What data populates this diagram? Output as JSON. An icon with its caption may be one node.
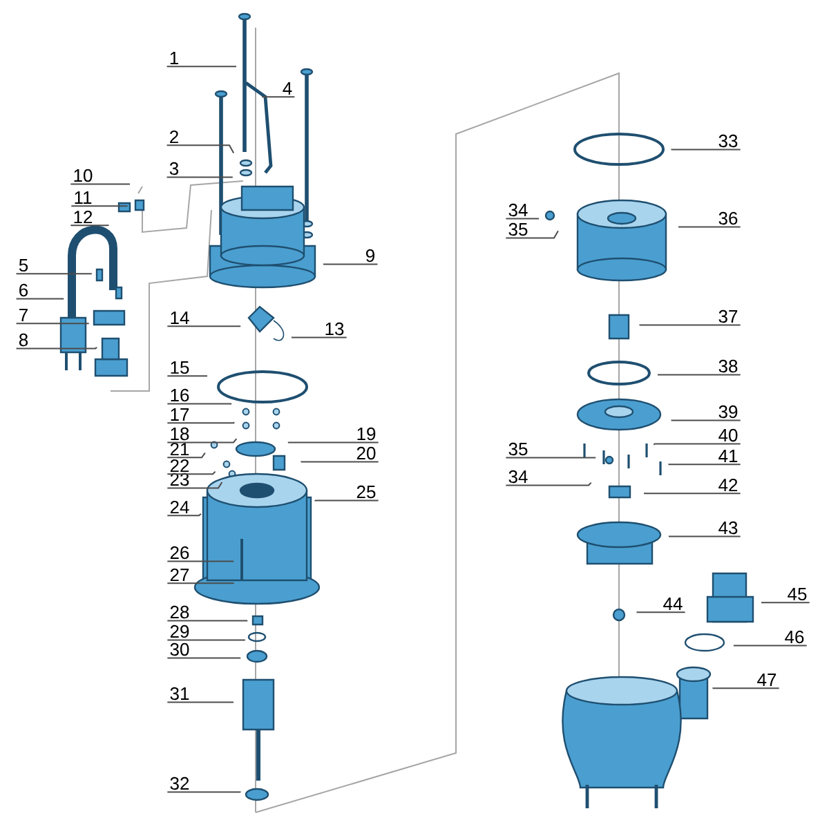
{
  "diagram": {
    "nodes": [
      {
        "text": [
          "1"
        ]
      },
      {
        "text": [
          "2"
        ]
      },
      {
        "text": [
          "3"
        ]
      },
      {
        "text": [
          "4"
        ]
      },
      {
        "text": [
          "5"
        ]
      },
      {
        "text": [
          "6"
        ]
      },
      {
        "text": [
          "7"
        ]
      },
      {
        "text": [
          "8"
        ]
      },
      {
        "text": [
          "9"
        ]
      },
      {
        "text": [
          "10"
        ]
      },
      {
        "text": [
          "11"
        ]
      },
      {
        "text": [
          "12"
        ]
      },
      {
        "text": [
          "13"
        ]
      },
      {
        "text": [
          "14"
        ]
      },
      {
        "text": [
          "15"
        ]
      },
      {
        "text": [
          "16"
        ]
      },
      {
        "text": [
          "17"
        ]
      },
      {
        "text": [
          "18"
        ]
      },
      {
        "text": [
          "19"
        ]
      },
      {
        "text": [
          "20"
        ]
      },
      {
        "text": [
          "21"
        ]
      },
      {
        "text": [
          "22"
        ]
      },
      {
        "text": [
          "23"
        ]
      },
      {
        "text": [
          "24"
        ]
      },
      {
        "text": [
          "25"
        ]
      },
      {
        "text": [
          "26"
        ]
      },
      {
        "text": [
          "27"
        ]
      },
      {
        "text": [
          "28"
        ]
      },
      {
        "text": [
          "29"
        ]
      },
      {
        "text": [
          "30"
        ]
      },
      {
        "text": [
          "31"
        ]
      },
      {
        "text": [
          "32"
        ]
      },
      {
        "text": [
          "33"
        ]
      },
      {
        "text": [
          "34"
        ]
      },
      {
        "text": [
          "35"
        ]
      },
      {
        "text": [
          "36"
        ]
      },
      {
        "text": [
          "37"
        ]
      },
      {
        "text": [
          "38"
        ]
      },
      {
        "text": [
          "39"
        ]
      },
      {
        "text": [
          "35"
        ]
      },
      {
        "text": [
          "40"
        ]
      },
      {
        "text": [
          "41"
        ]
      },
      {
        "text": [
          "34"
        ]
      },
      {
        "text": [
          "42"
        ]
      },
      {
        "text": [
          "43"
        ]
      },
      {
        "text": [
          "44"
        ]
      },
      {
        "text": [
          "45"
        ]
      },
      {
        "text": [
          "46"
        ]
      },
      {
        "text": [
          "47"
        ]
      }
    ],
    "edges": [
      {
        "from": 0,
        "to": null,
        "arrow": "none"
      },
      {
        "from": 1,
        "to": null,
        "arrow": "none"
      },
      {
        "from": 2,
        "to": null,
        "arrow": "none"
      },
      {
        "from": 3,
        "to": null,
        "arrow": "none"
      },
      {
        "from": 4,
        "to": null,
        "arrow": "none"
      },
      {
        "from": 5,
        "to": null,
        "arrow": "none"
      },
      {
        "from": 6,
        "to": null,
        "arrow": "none"
      },
      {
        "from": 7,
        "to": null,
        "arrow": "none"
      },
      {
        "from": 8,
        "to": null,
        "arrow": "none"
      },
      {
        "from": 9,
        "to": null,
        "arrow": "none"
      },
      {
        "from": 10,
        "to": null,
        "arrow": "none"
      },
      {
        "from": 11,
        "to": null,
        "arrow": "none"
      },
      {
        "from": 12,
        "to": null,
        "arrow": "none"
      },
      {
        "from": 13,
        "to": null,
        "arrow": "none"
      },
      {
        "from": 14,
        "to": null,
        "arrow": "none"
      },
      {
        "from": 15,
        "to": null,
        "arrow": "none"
      },
      {
        "from": 16,
        "to": null,
        "arrow": "none"
      },
      {
        "from": 17,
        "to": null,
        "arrow": "none"
      },
      {
        "from": 18,
        "to": null,
        "arrow": "none"
      },
      {
        "from": 19,
        "to": null,
        "arrow": "none"
      },
      {
        "from": 20,
        "to": null,
        "arrow": "none"
      },
      {
        "from": 21,
        "to": null,
        "arrow": "none"
      },
      {
        "from": 22,
        "to": null,
        "arrow": "none"
      },
      {
        "from": 23,
        "to": null,
        "arrow": "none"
      },
      {
        "from": 24,
        "to": null,
        "arrow": "none"
      },
      {
        "from": 25,
        "to": null,
        "arrow": "none"
      },
      {
        "from": 26,
        "to": null,
        "arrow": "none"
      },
      {
        "from": 27,
        "to": null,
        "arrow": "none"
      },
      {
        "from": 28,
        "to": null,
        "arrow": "none"
      },
      {
        "from": 29,
        "to": null,
        "arrow": "none"
      },
      {
        "from": 30,
        "to": null,
        "arrow": "none"
      },
      {
        "from": 31,
        "to": null,
        "arrow": "none"
      },
      {
        "from": 32,
        "to": null,
        "arrow": "none"
      },
      {
        "from": 33,
        "to": null,
        "arrow": "none"
      },
      {
        "from": 34,
        "to": null,
        "arrow": "none"
      },
      {
        "from": 35,
        "to": null,
        "arrow": "none"
      },
      {
        "from": 36,
        "to": null,
        "arrow": "none"
      },
      {
        "from": 37,
        "to": null,
        "arrow": "none"
      },
      {
        "from": 38,
        "to": null,
        "arrow": "none"
      },
      {
        "from": 39,
        "to": null,
        "arrow": "none"
      },
      {
        "from": 40,
        "to": null,
        "arrow": "none"
      },
      {
        "from": 41,
        "to": null,
        "arrow": "none"
      },
      {
        "from": 42,
        "to": null,
        "arrow": "none"
      },
      {
        "from": 43,
        "to": null,
        "arrow": "none"
      },
      {
        "from": 44,
        "to": null,
        "arrow": "none"
      },
      {
        "from": 45,
        "to": null,
        "arrow": "none"
      },
      {
        "from": 46,
        "to": null,
        "arrow": "none"
      },
      {
        "from": 47,
        "to": null,
        "arrow": "none"
      },
      {
        "from": 48,
        "to": null,
        "arrow": "none"
      }
    ]
  }
}
